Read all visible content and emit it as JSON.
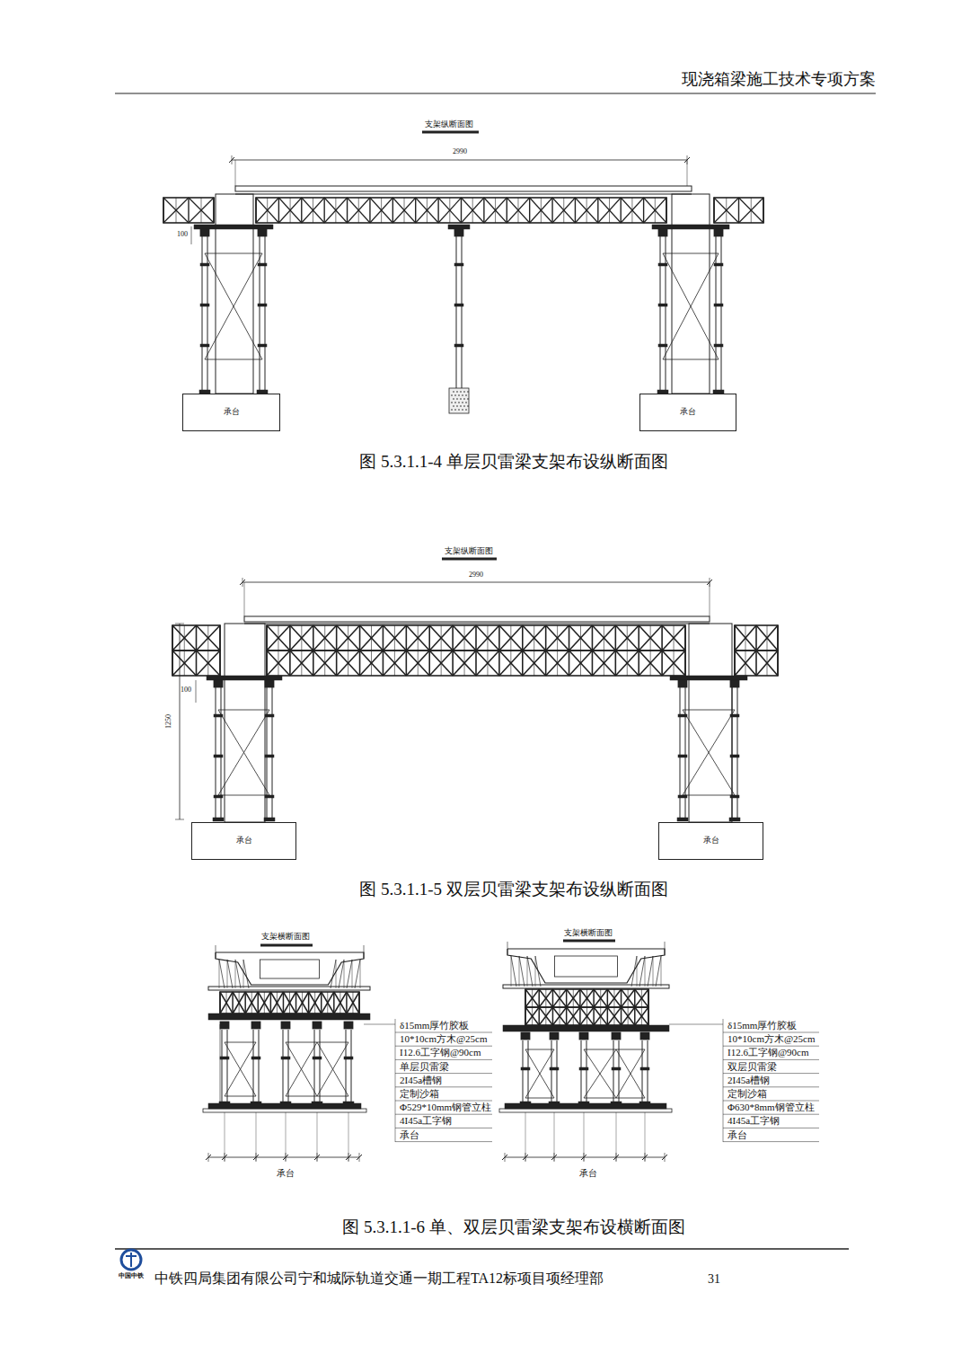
{
  "diagram": {
    "title": "现浇箱梁施工技术专项方案",
    "nodes": [
      {
        "text": [
          "承台"
        ]
      },
      {
        "text": [
          "承台"
        ]
      },
      {
        "text": [
          "承台"
        ]
      },
      {
        "text": [
          "承台"
        ]
      }
    ],
    "labels": [
      "支架纵断面图",
      "2990",
      "100",
      "图 5.3.1.1-4 单层贝雷梁支架布设纵断面图",
      "支架纵断面图",
      "2990",
      "100",
      "1250",
      "图 5.3.1.1-5 双层贝雷梁支架布设纵断面图",
      "支架横断面图",
      "δ15mm厚竹胶板",
      "10*10cm方木@25cm",
      "I12.6工字钢@90cm",
      "单层贝雷梁",
      "2I45a槽钢",
      "定制沙箱",
      "Φ529*10mm钢管立柱",
      "4I45a工字钢",
      "承台",
      "承台",
      "支架横断面图",
      "δ15mm厚竹胶板",
      "10*10cm方木@25cm",
      "I12.6工字钢@90cm",
      "双层贝雷梁",
      "2I45a槽钢",
      "定制沙箱",
      "Φ630*8mm钢管立柱",
      "4I45a工字钢",
      "承台",
      "承台",
      "图 5.3.1.1-6 单、双层贝雷梁支架布设横断面图",
      "中国中铁",
      "中铁四局集团有限公司宁和城际轨道交通一期工程TA12标项目项经理部",
      "31"
    ]
  }
}
